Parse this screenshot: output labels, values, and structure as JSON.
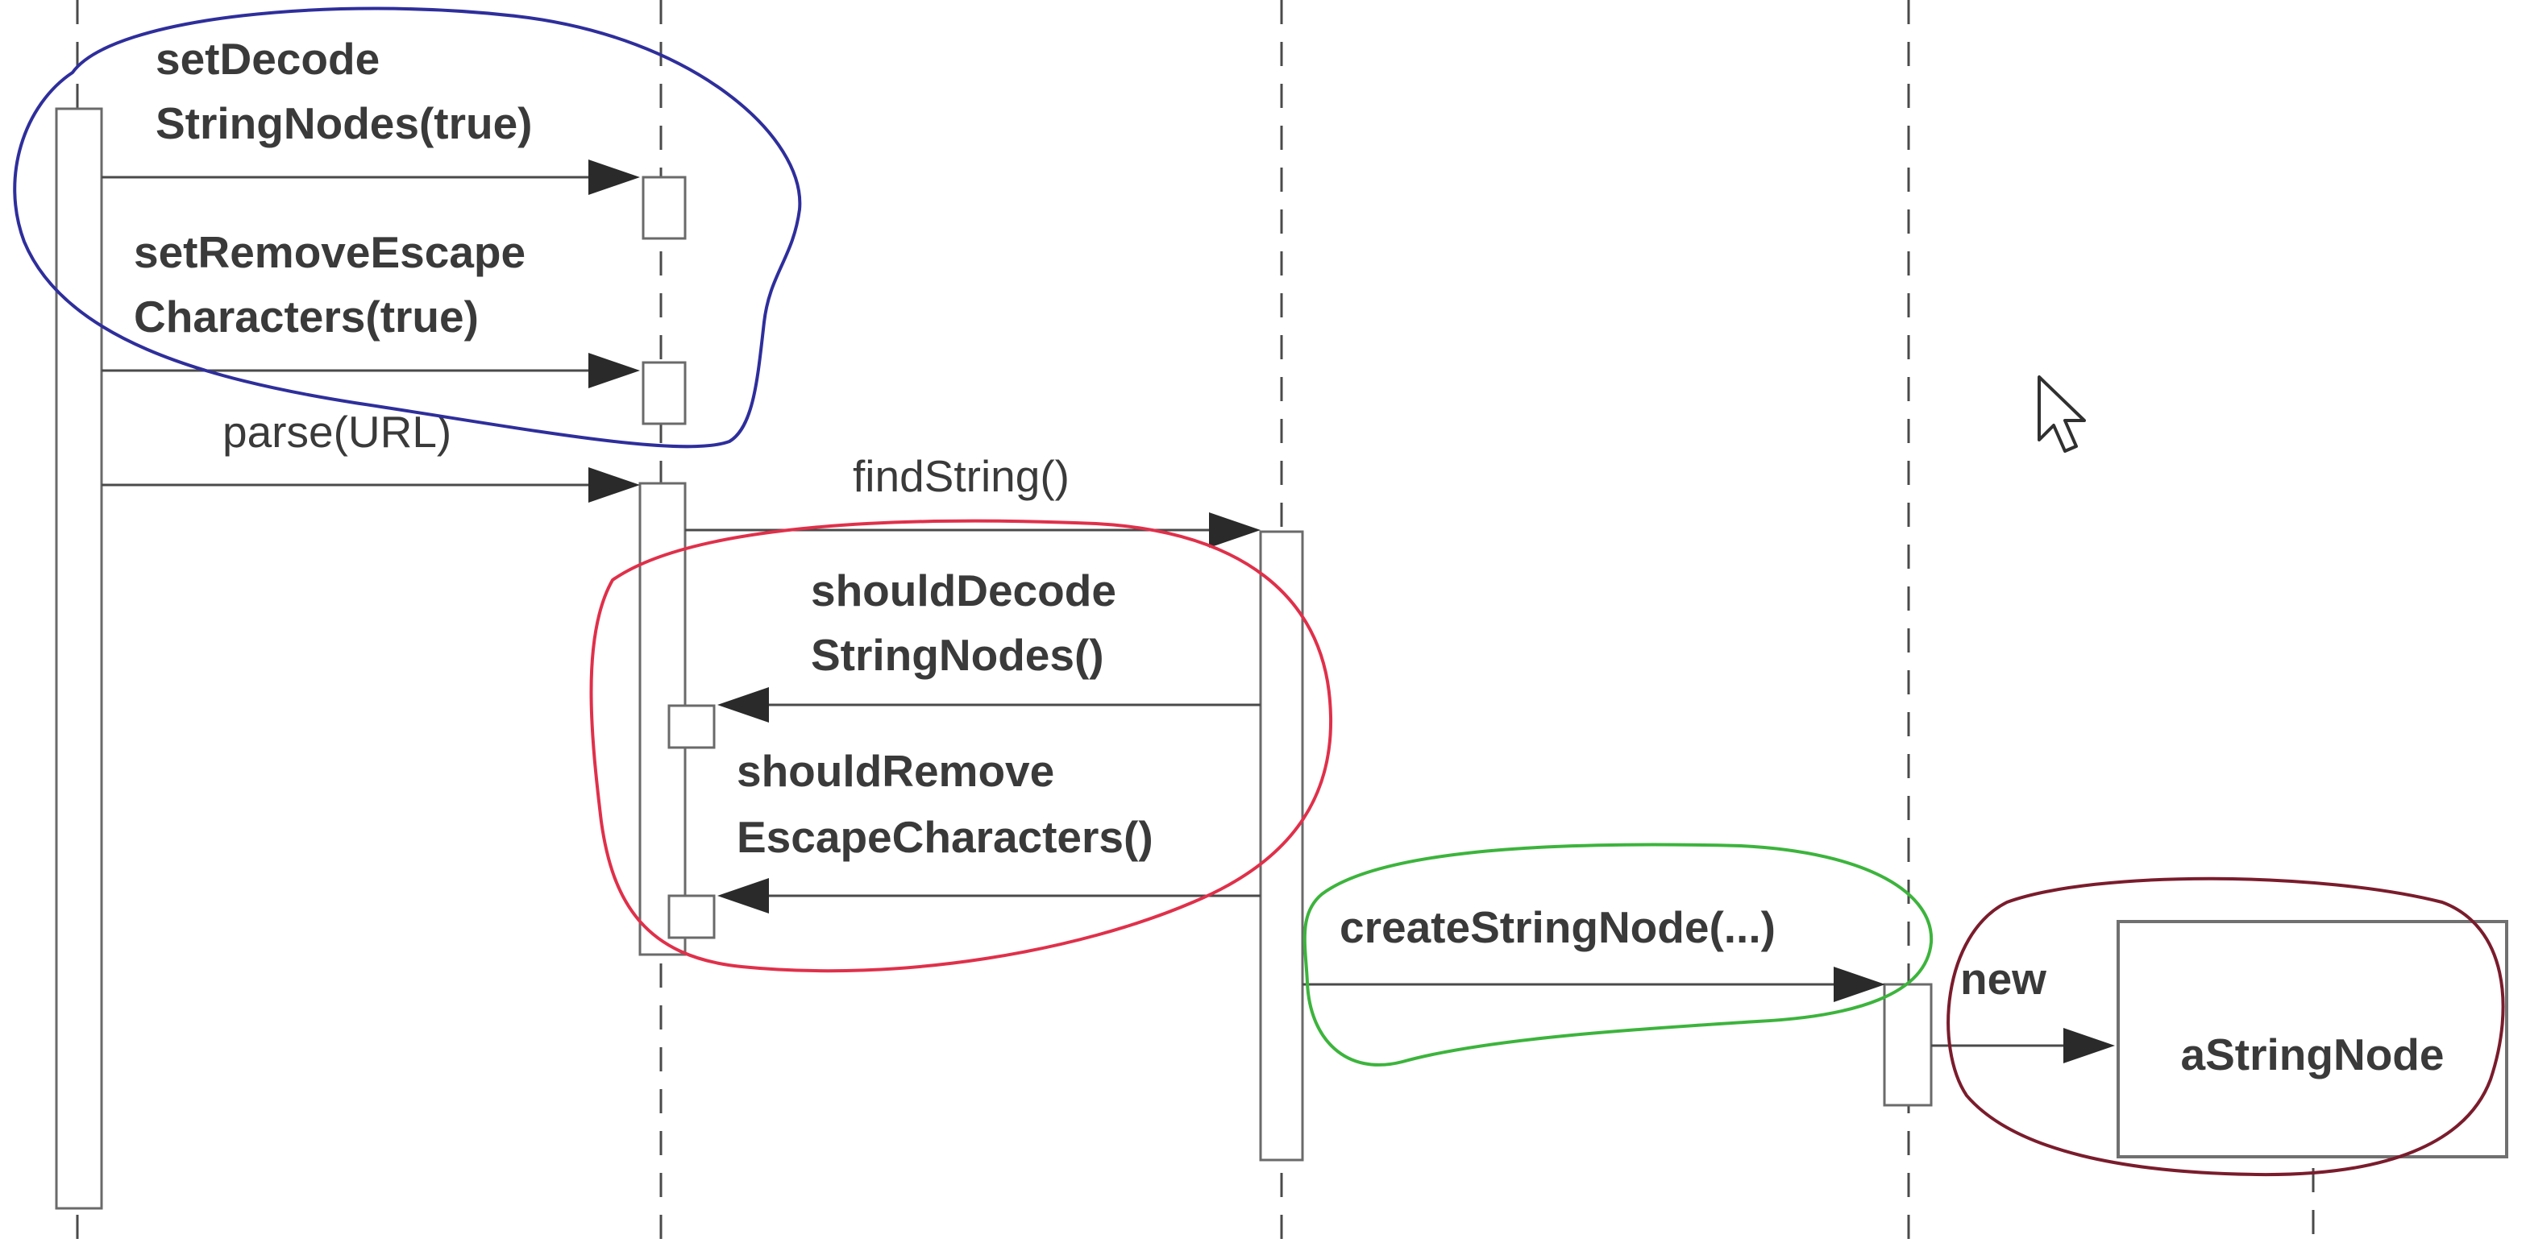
{
  "messages": {
    "set_decode_line1": "setDecode",
    "set_decode_line2": "StringNodes(true)",
    "set_remove_line1": "setRemoveEscape",
    "set_remove_line2": "Characters(true)",
    "parse": "parse(URL)",
    "find_string": "findString()",
    "should_decode_line1": "shouldDecode",
    "should_decode_line2": "StringNodes()",
    "should_remove_line1": "shouldRemove",
    "should_remove_line2": "EscapeCharacters()",
    "create_string_node": "createStringNode(...)",
    "new": "new"
  },
  "objects": {
    "string_node": "aStringNode"
  },
  "annotations": {
    "colors": {
      "blue": "#2e2e9c",
      "red": "#e0304a",
      "green": "#3cb43c",
      "maroon": "#7a1c2c"
    }
  },
  "cursor": {
    "icon": "mouse-pointer-icon"
  }
}
